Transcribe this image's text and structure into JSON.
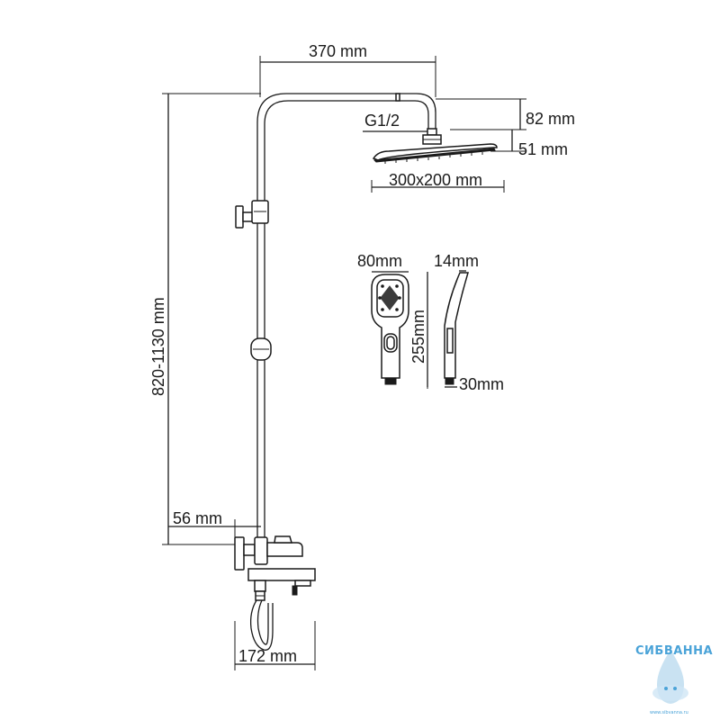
{
  "dimensions": {
    "arm_length": "370 mm",
    "head_height": "82 mm",
    "thread": "G1/2",
    "head_thickness": "51 mm",
    "head_size": "300x200 mm",
    "rail_height": "820-1130 mm",
    "bracket_offset": "56 mm",
    "mixer_depth": "172 mm"
  },
  "hand_shower": {
    "width": "80mm",
    "thickness": "14mm",
    "length": "255mm",
    "handle_depth": "30mm"
  },
  "logo": {
    "name": "СИБВАННА",
    "url": "www.sibvanna.ru"
  },
  "colors": {
    "line": "#1a1a1a",
    "logo": "#4aa3d8"
  }
}
